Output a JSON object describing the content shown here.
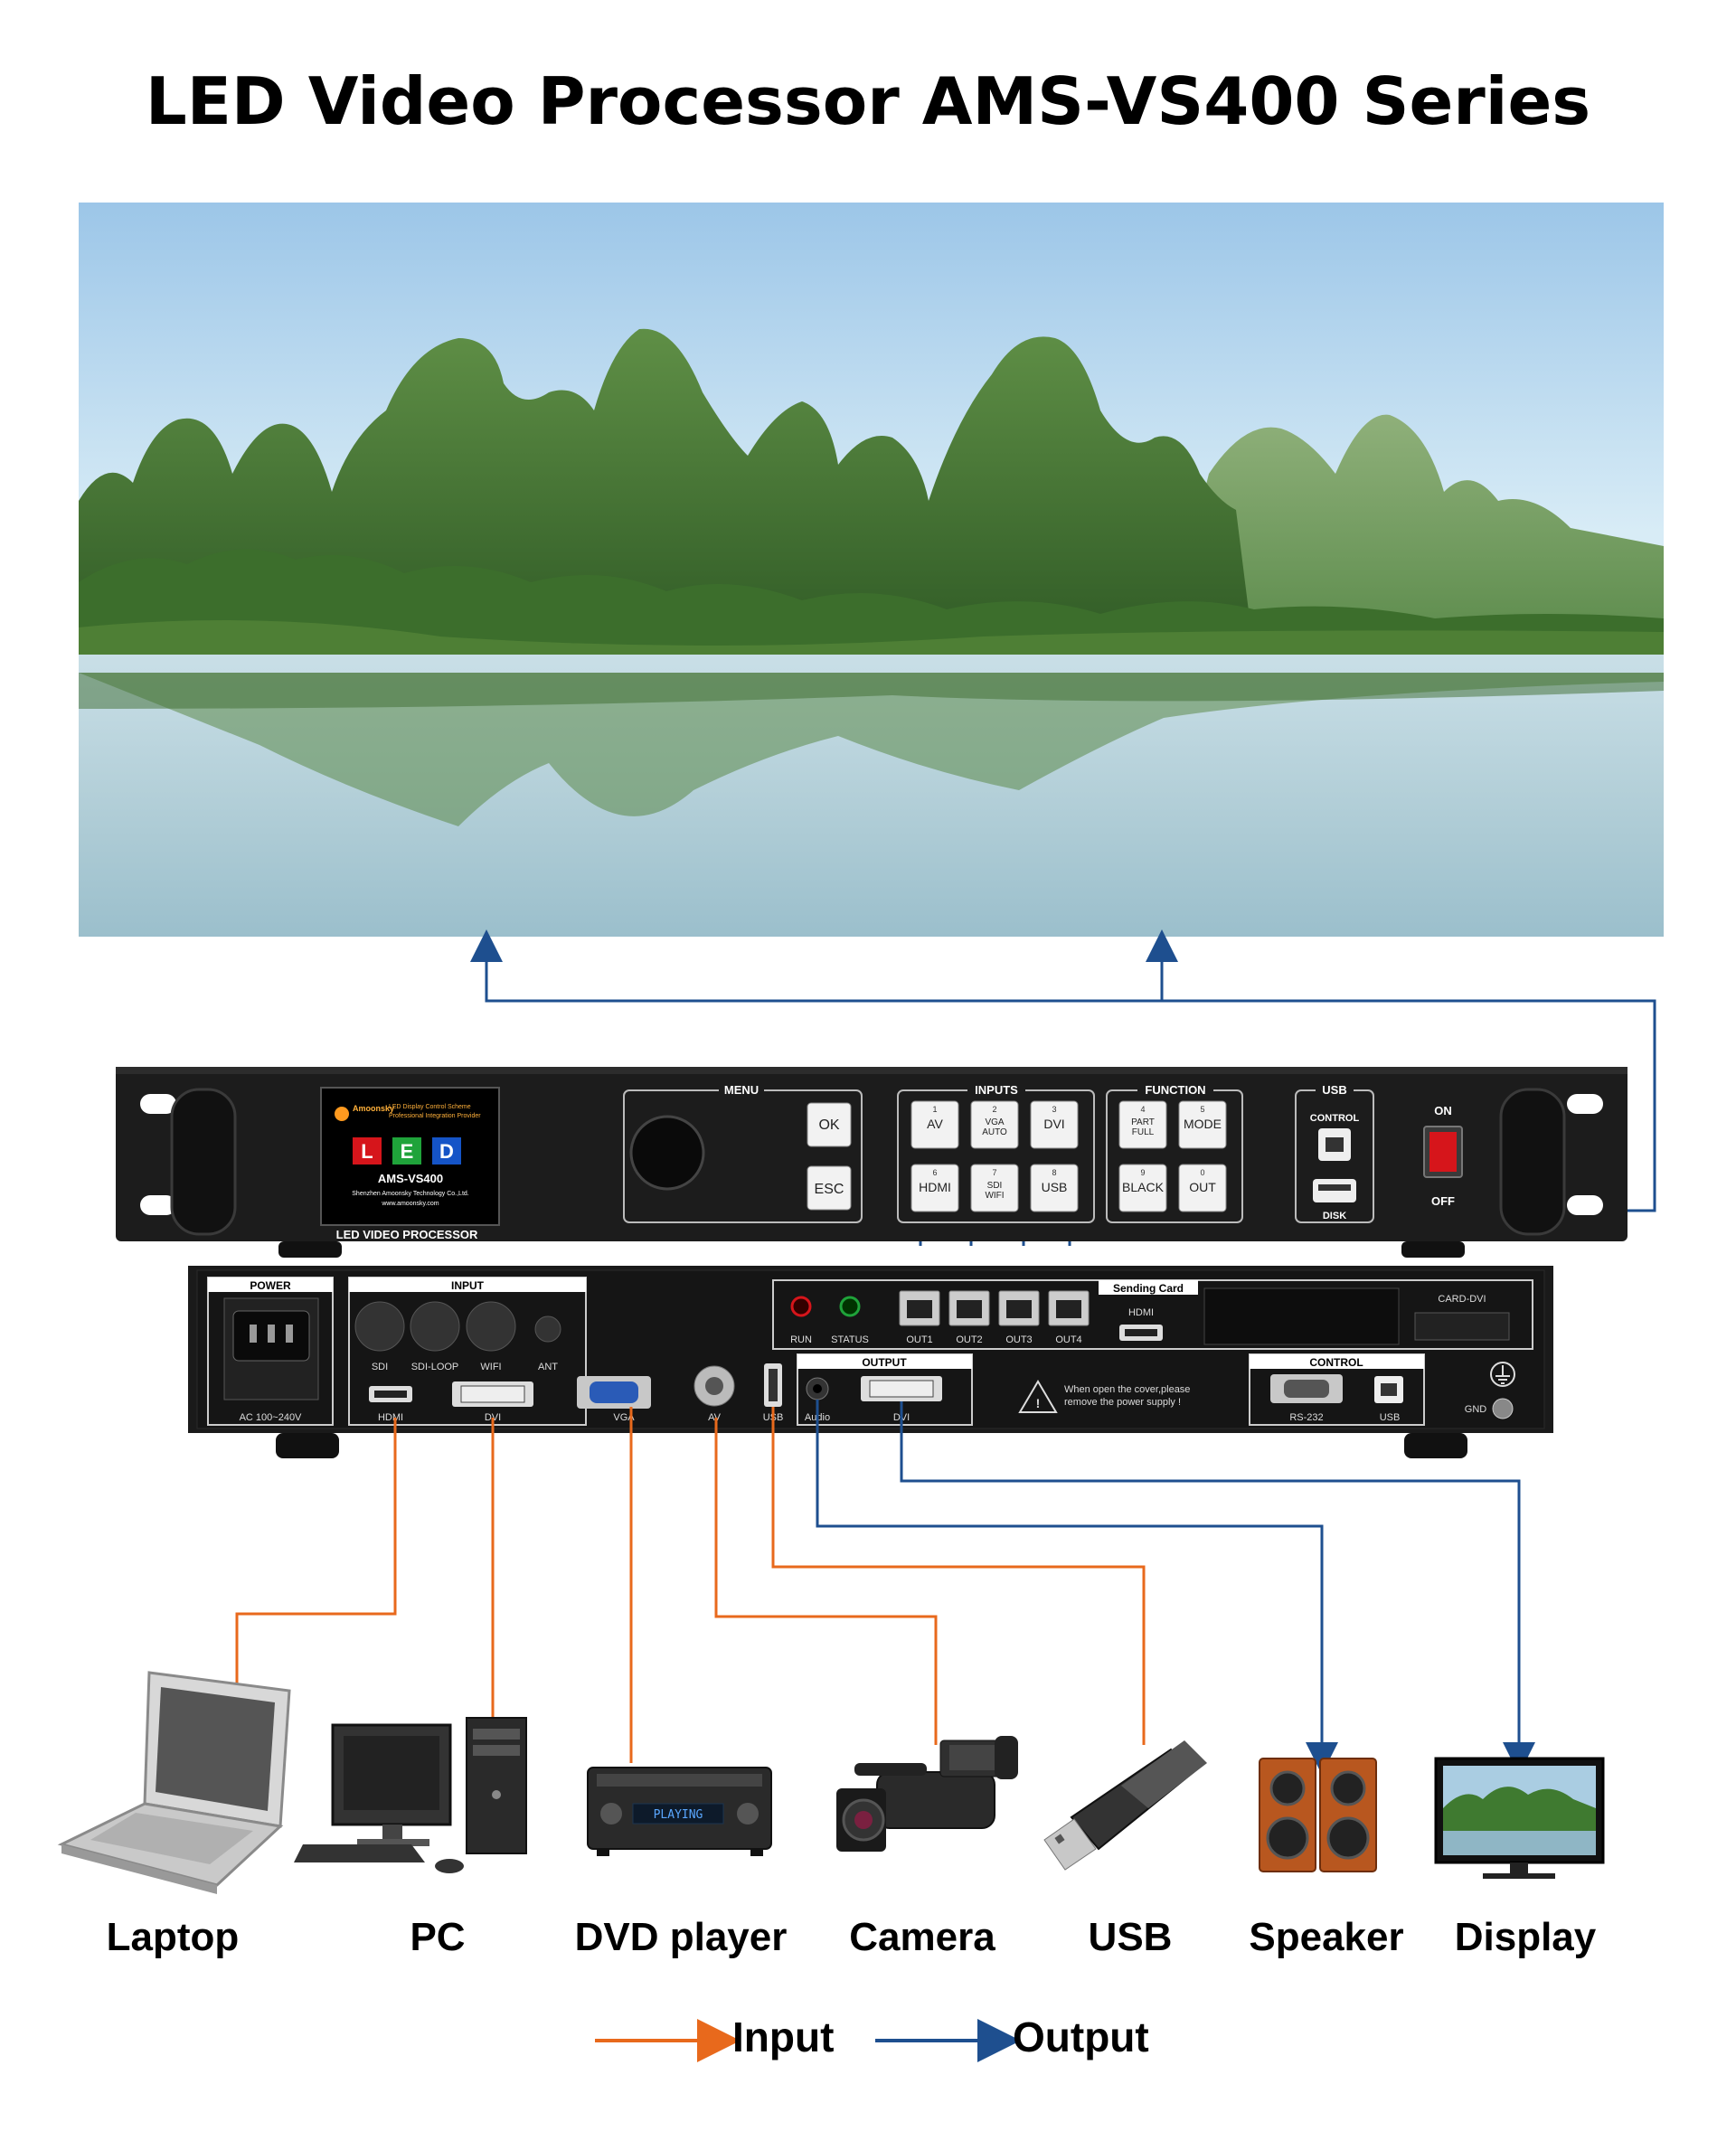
{
  "title": "LED Video Processor AMS-VS400 Series",
  "colors": {
    "input": "#e8691c",
    "output": "#1e4f8f",
    "panel": "#1e1e1e",
    "accent_red": "#d6151b",
    "accent_green": "#1fa33a",
    "accent_blue": "#1554c7"
  },
  "front_panel": {
    "brand": "Amoonsky",
    "brand_lines": [
      "LED Display Control Scheme",
      "Professional Integration Provider"
    ],
    "led_letters": [
      "L",
      "E",
      "D"
    ],
    "model": "AMS-VS400",
    "company": "Shenzhen Amoonsky Technology Co.,Ltd.",
    "website": "www.amoonsky.com",
    "caption": "LED VIDEO PROCESSOR",
    "menu_label": "MENU",
    "menu_buttons": [
      "OK",
      "ESC"
    ],
    "inputs_label": "INPUTS",
    "input_buttons": [
      {
        "num": "1",
        "label": "AV"
      },
      {
        "num": "2",
        "label": "VGA AUTO"
      },
      {
        "num": "3",
        "label": "DVI"
      },
      {
        "num": "6",
        "label": "HDMI"
      },
      {
        "num": "7",
        "label": "SDI WIFI"
      },
      {
        "num": "8",
        "label": "USB"
      }
    ],
    "function_label": "FUNCTION",
    "function_buttons": [
      {
        "num": "4",
        "label": "PART FULL"
      },
      {
        "num": "5",
        "label": "MODE"
      },
      {
        "num": "9",
        "label": "BLACK"
      },
      {
        "num": "0",
        "label": "OUT"
      }
    ],
    "usb_label": "USB",
    "usb_ports": [
      "CONTROL",
      "DISK"
    ],
    "switch_on": "ON",
    "switch_off": "OFF"
  },
  "rear_panel": {
    "power_label": "POWER",
    "power_rating": "AC 100~240V",
    "input_label": "INPUT",
    "input_top_ports": [
      "SDI",
      "SDI-LOOP",
      "WIFI",
      "ANT"
    ],
    "input_bottom_ports": [
      "HDMI",
      "DVI"
    ],
    "other_ports": [
      "VGA",
      "AV",
      "USB"
    ],
    "indicators": [
      "RUN",
      "STATUS"
    ],
    "outputs": [
      "OUT1",
      "OUT2",
      "OUT3",
      "OUT4"
    ],
    "sending_card_label": "Sending Card",
    "hdmi_label": "HDMI",
    "card_dvi_label": "CARD-DVI",
    "output_label": "OUTPUT",
    "output_ports": [
      "Audio",
      "DVI"
    ],
    "warning": [
      "When open the cover,please",
      "remove the power supply !"
    ],
    "control_label": "CONTROL",
    "control_ports": [
      "RS-232",
      "USB"
    ],
    "gnd_label": "GND"
  },
  "devices": [
    {
      "name": "Laptop",
      "icon": "laptop-icon"
    },
    {
      "name": "PC",
      "icon": "pc-icon"
    },
    {
      "name": "DVD player",
      "icon": "dvd-player-icon"
    },
    {
      "name": "Camera",
      "icon": "camera-icon"
    },
    {
      "name": "USB",
      "icon": "usb-drive-icon"
    },
    {
      "name": "Speaker",
      "icon": "speaker-icon"
    },
    {
      "name": "Display",
      "icon": "display-icon"
    }
  ],
  "dvd_display_text": "PLAYING",
  "legend": {
    "input": "Input",
    "output": "Output"
  }
}
